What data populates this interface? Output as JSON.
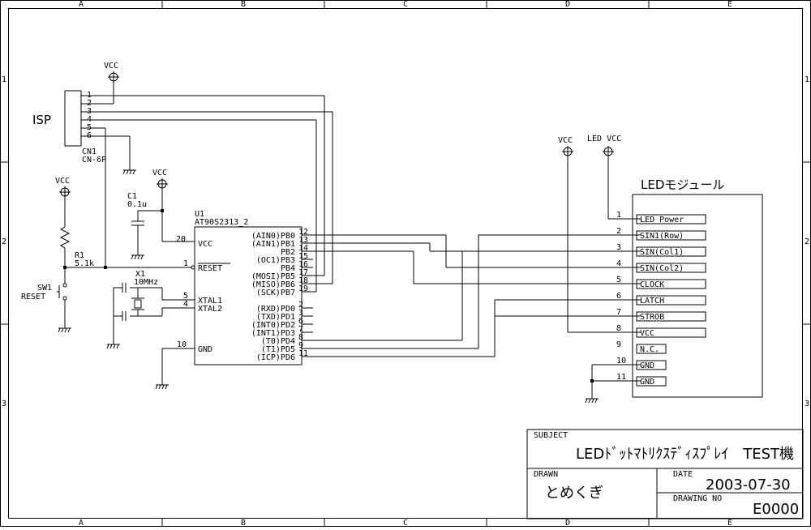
{
  "frame": {
    "col_labels": [
      "A",
      "B",
      "C",
      "D",
      "E"
    ],
    "row_labels": [
      "1",
      "2",
      "3"
    ]
  },
  "isp": {
    "label": "ISP",
    "ref": "CN1",
    "part": "CN-6P",
    "pins": [
      "1",
      "2",
      "3",
      "4",
      "5",
      "6"
    ]
  },
  "power": {
    "vcc": "VCC",
    "led_vcc": "LED VCC"
  },
  "c1": {
    "ref": "C1",
    "value": "0.1u"
  },
  "r1": {
    "ref": "R1",
    "value": "5.1k"
  },
  "sw1": {
    "ref": "SW1",
    "name": "RESET"
  },
  "x1": {
    "ref": "X1",
    "value": "10MHz"
  },
  "u1": {
    "ref": "U1",
    "part": "AT90S2313_2",
    "left_pins": [
      {
        "num": "20",
        "name": "VCC"
      },
      {
        "num": "1",
        "name": "RESET"
      },
      {
        "num": "5",
        "name": "XTAL1"
      },
      {
        "num": "4",
        "name": "XTAL2"
      },
      {
        "num": "10",
        "name": "GND"
      }
    ],
    "right_pins": [
      {
        "num": "12",
        "name": "(AIN0)PB0"
      },
      {
        "num": "13",
        "name": "(AIN1)PB1"
      },
      {
        "num": "14",
        "name": "PB2"
      },
      {
        "num": "15",
        "name": "(OC1)PB3"
      },
      {
        "num": "16",
        "name": "PB4"
      },
      {
        "num": "17",
        "name": "(MOSI)PB5"
      },
      {
        "num": "18",
        "name": "(MISO)PB6"
      },
      {
        "num": "19",
        "name": "(SCK)PB7"
      },
      {
        "num": "2",
        "name": "(RXD)PD0"
      },
      {
        "num": "3",
        "name": "(TXD)PD1"
      },
      {
        "num": "6",
        "name": "(INT0)PD2"
      },
      {
        "num": "7",
        "name": "(INT1)PD3"
      },
      {
        "num": "8",
        "name": "(T0)PD4"
      },
      {
        "num": "9",
        "name": "(T1)PD5"
      },
      {
        "num": "11",
        "name": "(ICP)PD6"
      }
    ]
  },
  "led_module": {
    "title": "LEDモジュール",
    "pins": [
      {
        "num": "1",
        "name": "LED Power"
      },
      {
        "num": "2",
        "name": "SIN1(Row)"
      },
      {
        "num": "3",
        "name": "SIN(Col1)"
      },
      {
        "num": "4",
        "name": "SIN(Col2)"
      },
      {
        "num": "5",
        "name": "CLOCK"
      },
      {
        "num": "6",
        "name": "LATCH"
      },
      {
        "num": "7",
        "name": "STROB"
      },
      {
        "num": "8",
        "name": "VCC"
      },
      {
        "num": "9",
        "name": "N.C."
      },
      {
        "num": "10",
        "name": "GND"
      },
      {
        "num": "11",
        "name": "GND"
      }
    ]
  },
  "title_block": {
    "subject_label": "SUBJECT",
    "subject": "LEDﾄﾞｯﾄﾏﾄﾘｸｽﾃﾞｨｽﾌﾟﾚｲ　TEST機",
    "drawn_label": "DRAWN",
    "drawn": "とめくぎ",
    "date_label": "DATE",
    "date": "2003-07-30",
    "drawing_no_label": "DRAWING NO",
    "drawing_no": "E0000"
  }
}
